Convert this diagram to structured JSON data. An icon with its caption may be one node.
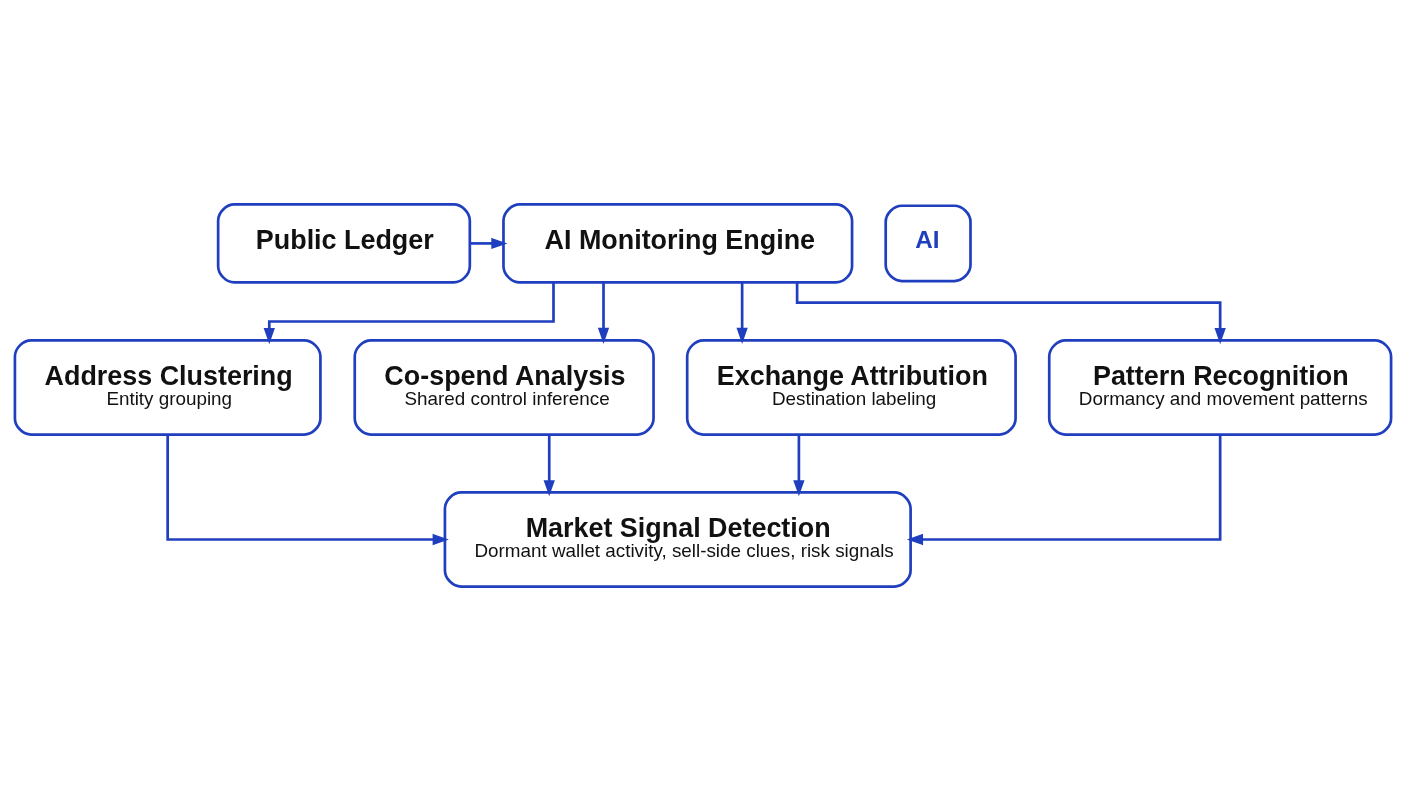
{
  "diagram": {
    "nodes": [
      {
        "text": [
          "Public Ledger"
        ]
      },
      {
        "text": [
          "AI Monitoring Engine"
        ]
      },
      {
        "text": [
          "Address Clustering",
          "Entity grouping"
        ]
      },
      {
        "text": [
          "Co-spend Analysis",
          "Shared control inference"
        ]
      },
      {
        "text": [
          "Exchange Attribution",
          "Destination labeling"
        ]
      },
      {
        "text": [
          "Pattern Recognition",
          "Dormancy and movement patterns"
        ]
      },
      {
        "text": [
          "Market Signal Detection",
          "Dormant wallet activity, sell-side clues, risk signals"
        ]
      }
    ],
    "edges": [
      {
        "from": 0,
        "to": 1,
        "arrow": "to"
      },
      {
        "from": 1,
        "to": 2,
        "arrow": "to"
      },
      {
        "from": 1,
        "to": 3,
        "arrow": "to"
      },
      {
        "from": 1,
        "to": 4,
        "arrow": "to"
      },
      {
        "from": 1,
        "to": 5,
        "arrow": "to"
      },
      {
        "from": 2,
        "to": 6,
        "arrow": "to"
      },
      {
        "from": 3,
        "to": 6,
        "arrow": "to"
      },
      {
        "from": 4,
        "to": 6,
        "arrow": "to"
      },
      {
        "from": 5,
        "to": 6,
        "arrow": "to"
      }
    ],
    "labels": [
      "AI"
    ]
  }
}
